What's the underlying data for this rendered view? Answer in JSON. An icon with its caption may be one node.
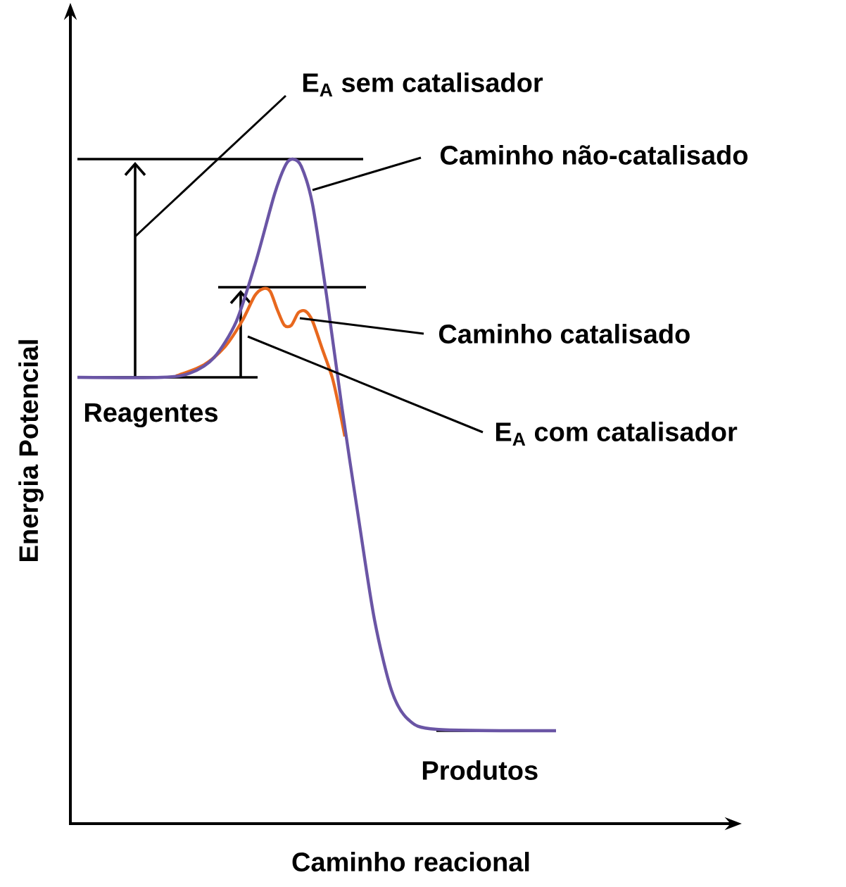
{
  "diagram": {
    "nodes": [
      {
        "text": [
          "E$_{A}$ sem catalisador"
        ]
      },
      {
        "text": [
          "Caminho não-catalisado"
        ]
      },
      {
        "text": [
          "Caminho catalisado"
        ]
      },
      {
        "text": [
          "E$_{A}$ com catalisador"
        ]
      }
    ],
    "edges": [
      {
        "from": 0,
        "to": null,
        "arrow": "none"
      },
      {
        "from": 1,
        "to": null,
        "arrow": "none"
      },
      {
        "from": 2,
        "to": null,
        "arrow": "none"
      },
      {
        "from": 3,
        "to": null,
        "arrow": "none"
      }
    ],
    "labels": [
      "Reagentes",
      "Produtos",
      "Energia Potencial",
      "Caminho reacional"
    ]
  }
}
